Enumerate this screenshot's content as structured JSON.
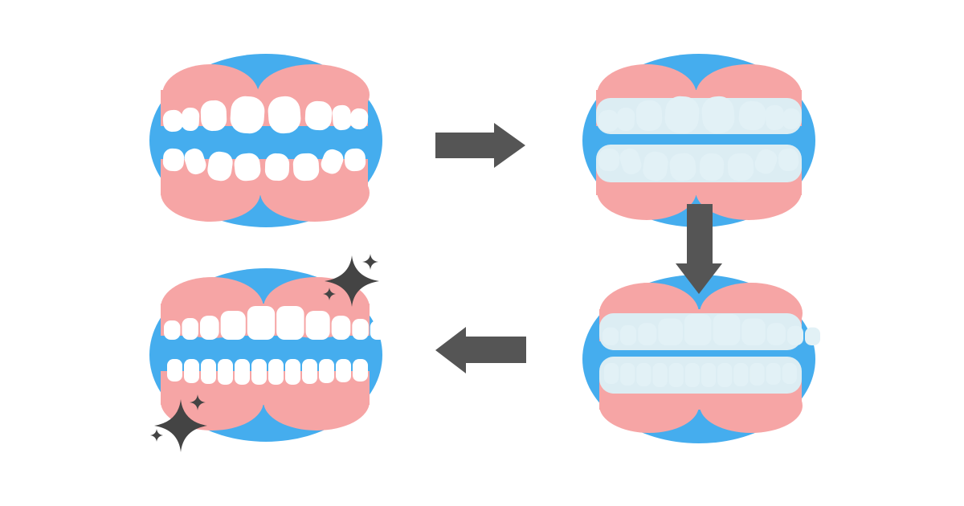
{
  "colors": {
    "background": "#ffffff",
    "circle": "#45adee",
    "gum": "#f6a5a5",
    "tooth": "#ffffff",
    "aligner": "#dcedf3",
    "aligner_tooth": "#e2f1f6",
    "arrow": "#555555",
    "sparkle": "#444444"
  },
  "steps": [
    {
      "name": "crooked-teeth",
      "icon": "crooked-teeth-icon"
    },
    {
      "name": "aligner-on-crooked-teeth",
      "icon": "aligner-icon"
    },
    {
      "name": "aligner-on-straight-teeth",
      "icon": "aligner-icon"
    },
    {
      "name": "straight-teeth-sparkle",
      "icon": "straight-teeth-icon"
    }
  ],
  "arrows": [
    "arrow-right-icon",
    "arrow-down-icon",
    "arrow-left-icon"
  ]
}
